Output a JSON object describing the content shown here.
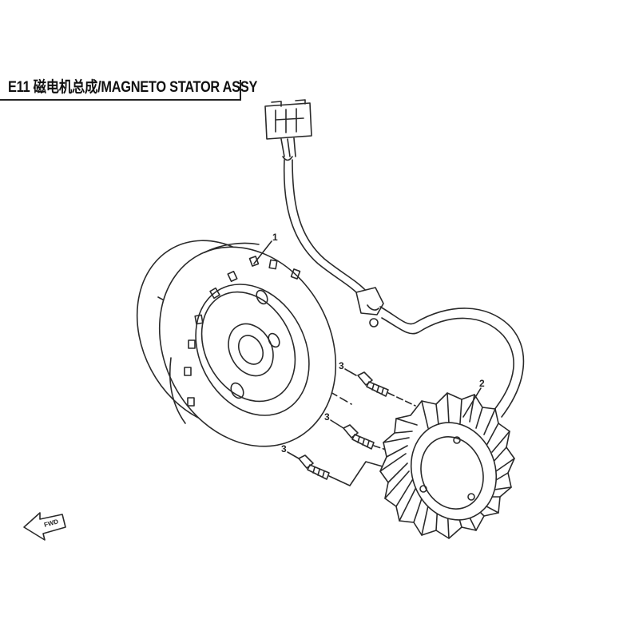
{
  "header": {
    "title": "E11 磁电机总成/MAGNETO STATOR ASSY"
  },
  "callouts": {
    "flywheel": "1",
    "stator": "2",
    "bolt": "3"
  },
  "direction_badge": "FWD",
  "colors": {
    "line": "#2a2a2a",
    "paper": "#ffffff"
  }
}
